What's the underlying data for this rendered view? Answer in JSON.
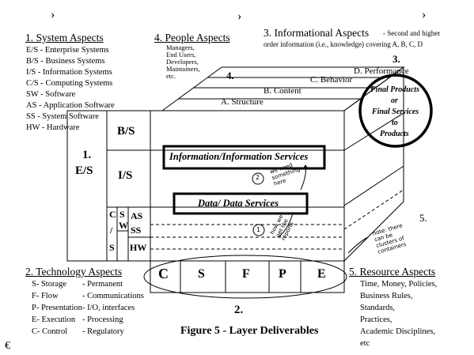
{
  "corner_marks": [
    "›",
    "›",
    "›"
  ],
  "system_aspects": {
    "heading": "1. System Aspects",
    "items": [
      "E/S - Enterprise Systems",
      "B/S - Business Systems",
      "I/S - Information Systems",
      "C/S - Computing Systems",
      "SW - Software",
      "AS - Application Software",
      "SS - System Software",
      "HW - Hardware"
    ]
  },
  "people_aspects": {
    "heading": "4. People Aspects",
    "items": [
      "Managers,",
      "End Users,",
      "Developers,",
      "Maintainers,",
      "etc."
    ]
  },
  "informational_aspects": {
    "heading": "3. Informational Aspects",
    "note_line1": "- Second and higher",
    "note_line2": "order information (i.e., knowledge) covering A, B, C, D"
  },
  "cube": {
    "num_3": "3.",
    "num_4": "4.",
    "num_1": "1.",
    "num_2": "2.",
    "num_5": "5.",
    "layer_d": "D. Performance",
    "layer_c": "C. Behavior",
    "layer_b": "B. Content",
    "layer_a": "A. Structure",
    "es": "E/S",
    "bs": "B/S",
    "is": "I/S",
    "cs_c": "C",
    "cs_slash": "/",
    "cs_s": "S",
    "sw_s": "S",
    "sw_w": "W",
    "as": "AS",
    "ss": "SS",
    "hw": "HW",
    "info_services": "Information/Information Services",
    "data_services": "Data/ Data Services",
    "final_products": [
      "Final Products",
      "or",
      "Final Services",
      "to",
      "Products"
    ],
    "tech_cells": [
      "C",
      "S",
      "F",
      "P",
      "E"
    ]
  },
  "handwritten": {
    "note_2_num": "2",
    "note_2": [
      "we need",
      "something",
      "here"
    ],
    "note_1_num": "1",
    "note_1": [
      "how we",
      "get the",
      "reports"
    ],
    "note_right": [
      "note: there",
      "can be",
      "clusters of",
      "containers"
    ]
  },
  "technology_aspects": {
    "heading": "2. Technology Aspects",
    "left": [
      "S- Storage",
      "F- Flow",
      "P- Presentation",
      "E- Execution",
      "C- Control"
    ],
    "right": [
      "- Permanent",
      "- Communications",
      "- I/O, interfaces",
      "- Processing",
      "- Regulatory"
    ]
  },
  "resource_aspects": {
    "heading": "5. Resource Aspects",
    "items": [
      "Time, Money, Policies,",
      "Business Rules,",
      "Standards,",
      "Practices,",
      "Academic Disciplines,",
      "etc"
    ]
  },
  "caption": "Figure 5 - Layer Deliverables",
  "logo_mark": "€"
}
